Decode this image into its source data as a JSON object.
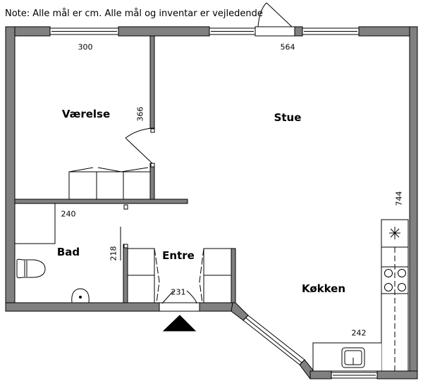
{
  "note": "Note: Alle mål er cm. Alle mål og inventar er vejledende",
  "rooms": {
    "vaerelse": "Værelse",
    "stue": "Stue",
    "bad": "Bad",
    "entre": "Entre",
    "kokken": "Køkken"
  },
  "dimensions": {
    "vaerelse_width": "300",
    "stue_width": "564",
    "vaerelse_depth": "366",
    "stue_depth": "744",
    "bad_width": "240",
    "bad_depth": "218",
    "entre_width": "231",
    "kokken_width": "242"
  },
  "colors": {
    "wall": "#808080",
    "line": "#000000"
  }
}
